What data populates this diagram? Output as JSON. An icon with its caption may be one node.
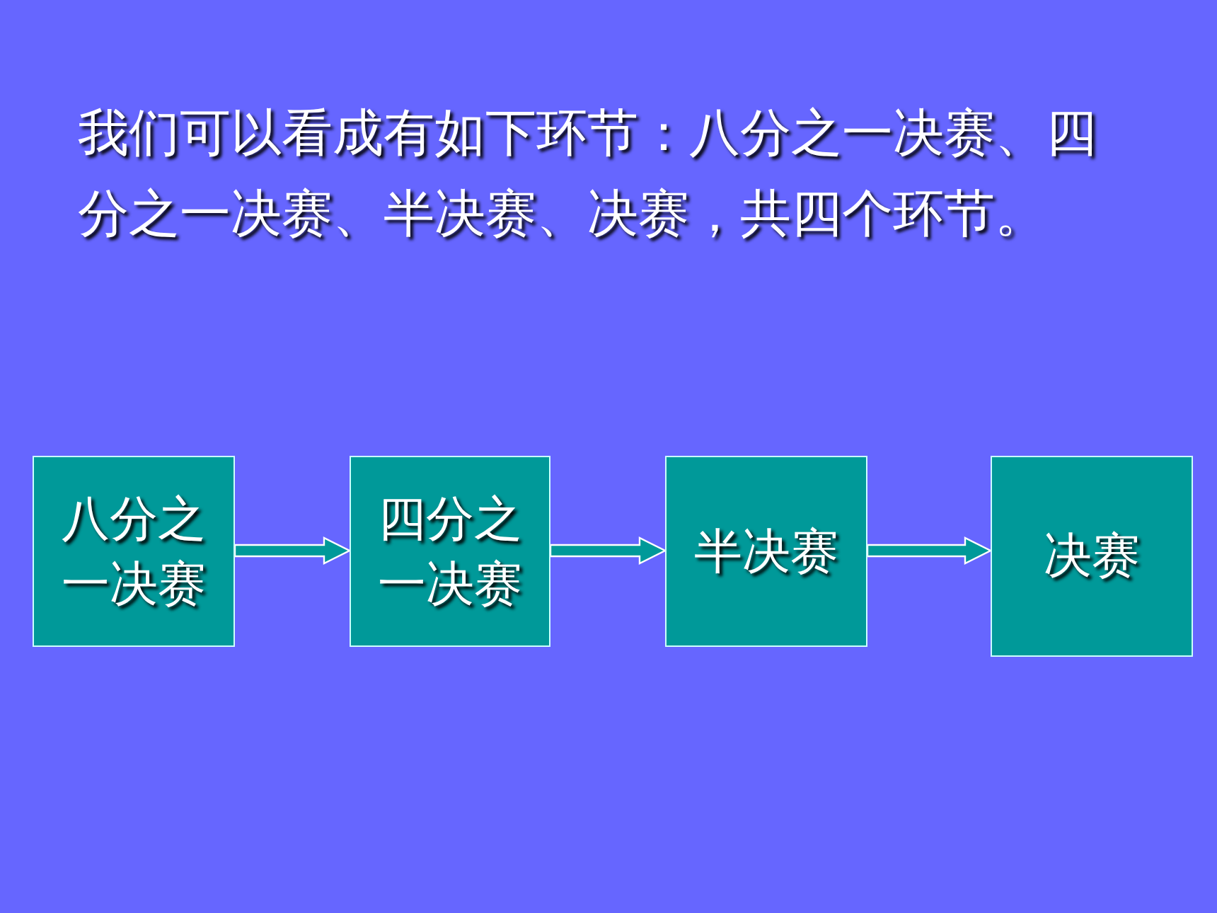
{
  "diagram": {
    "title": "我们可以看成有如下环节：八分之一决赛、四分之一决赛、半决赛、决赛，共四个环节。",
    "nodes": [
      {
        "text": [
          "八分之一决赛"
        ]
      },
      {
        "text": [
          "四分之一决赛"
        ]
      },
      {
        "text": [
          "半决赛"
        ]
      },
      {
        "text": [
          "决赛"
        ]
      }
    ],
    "edges": [
      {
        "from": 0,
        "to": 1,
        "arrow": "to"
      },
      {
        "from": 1,
        "to": 2,
        "arrow": "to"
      },
      {
        "from": 2,
        "to": 3,
        "arrow": "to"
      }
    ]
  }
}
